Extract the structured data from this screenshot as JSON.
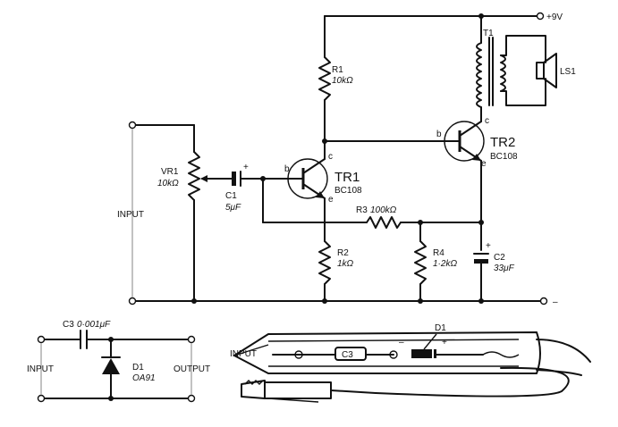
{
  "main_circuit": {
    "supply_pos": "+9V",
    "supply_neg": "–",
    "input_label": "INPUT",
    "r1": {
      "name": "R1",
      "value": "10kΩ"
    },
    "r2": {
      "name": "R2",
      "value": "1kΩ"
    },
    "r3": {
      "name": "R3",
      "value": "100kΩ"
    },
    "r4": {
      "name": "R4",
      "value": "1·2kΩ"
    },
    "vr1": {
      "name": "VR1",
      "value": "10kΩ"
    },
    "c1": {
      "name": "C1",
      "value": "5μF",
      "polarity": "+"
    },
    "c2": {
      "name": "C2",
      "value": "33μF",
      "polarity": "+"
    },
    "tr1": {
      "name": "TR1",
      "type": "BC108",
      "b": "b",
      "c": "c",
      "e": "e"
    },
    "tr2": {
      "name": "TR2",
      "type": "BC108",
      "b": "b",
      "c": "c",
      "e": "e"
    },
    "t1": {
      "name": "T1"
    },
    "ls1": {
      "name": "LS1"
    }
  },
  "probe_circuit": {
    "c3": {
      "name": "C3",
      "value": "0·001μF"
    },
    "d1": {
      "name": "D1",
      "type": "OA91"
    },
    "input_label": "INPUT",
    "output_label": "OUTPUT"
  },
  "probe_drawing": {
    "d1_label": "D1",
    "c3_label": "C3",
    "plus_sign": "+",
    "minus_sign": "–"
  }
}
